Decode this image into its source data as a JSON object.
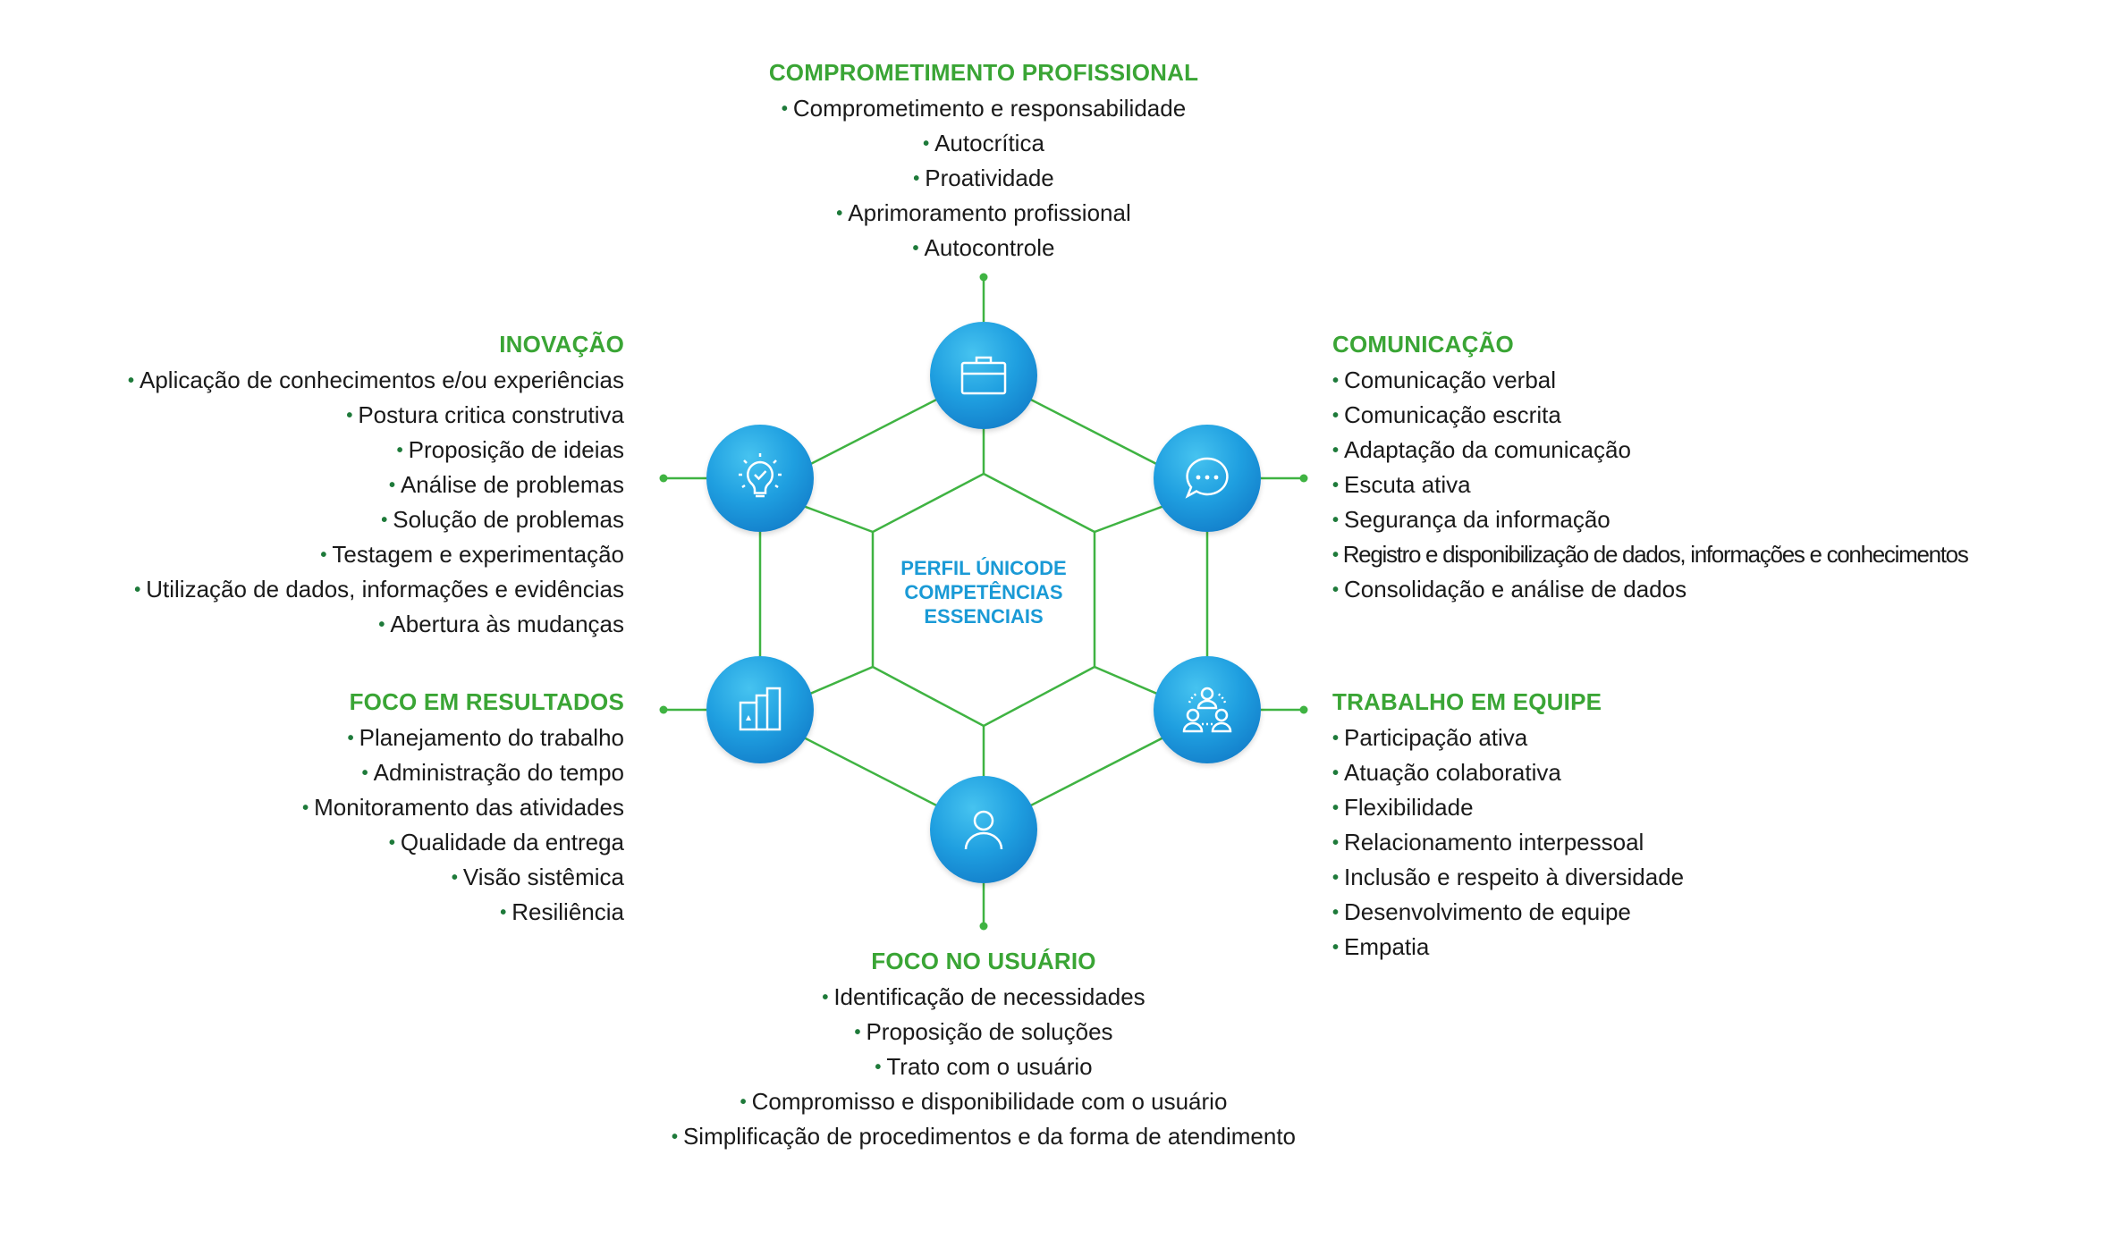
{
  "center": {
    "line1": "PERFIL ÚNICODE",
    "line2": "COMPETÊNCIAS",
    "line3": "ESSENCIAIS"
  },
  "colors": {
    "title_green": "#3aa535",
    "line_green": "#3fb342",
    "bullet_green": "#1e7a3a",
    "icon_blue": "#1f9fe0",
    "center_text_blue": "#1a9ad6"
  },
  "competencies": {
    "comprometimento": {
      "title": "COMPROMETIMENTO PROFISSIONAL",
      "icon": "briefcase-icon",
      "items": [
        "Comprometimento e responsabilidade",
        "Autocrítica",
        "Proatividade",
        "Aprimoramento profissional",
        "Autocontrole"
      ]
    },
    "inovacao": {
      "title": "INOVAÇÃO",
      "icon": "lightbulb-check-icon",
      "items": [
        "Aplicação de conhecimentos e/ou experiências",
        "Postura critica construtiva",
        "Proposição de ideias",
        "Análise de problemas",
        "Solução de problemas",
        "Testagem e experimentação",
        "Utilização de dados, informações e evidências",
        "Abertura às mudanças"
      ]
    },
    "comunicacao": {
      "title": "COMUNICAÇÃO",
      "icon": "chat-bubble-icon",
      "items": [
        "Comunicação verbal",
        "Comunicação escrita",
        "Adaptação da comunicação",
        "Escuta ativa",
        "Segurança da informação",
        "Registro e disponibilização de dados, informações e conhecimentos",
        "Consolidação e análise de dados"
      ]
    },
    "resultados": {
      "title": "FOCO EM RESULTADOS",
      "icon": "documents-chart-icon",
      "items": [
        "Planejamento do trabalho",
        "Administração do tempo",
        "Monitoramento das atividades",
        "Qualidade da entrega",
        "Visão sistêmica",
        "Resiliência"
      ]
    },
    "equipe": {
      "title": "TRABALHO EM EQUIPE",
      "icon": "team-icon",
      "items": [
        "Participação ativa",
        "Atuação colaborativa",
        "Flexibilidade",
        "Relacionamento interpessoal",
        "Inclusão e respeito à diversidade",
        "Desenvolvimento de equipe",
        "Empatia"
      ]
    },
    "usuario": {
      "title": "FOCO NO USUÁRIO",
      "icon": "user-icon",
      "items": [
        "Identificação de necessidades",
        "Proposição de soluções",
        "Trato com o usuário",
        "Compromisso e disponibilidade com o usuário",
        "Simplificação de procedimentos e da forma de atendimento"
      ]
    }
  }
}
